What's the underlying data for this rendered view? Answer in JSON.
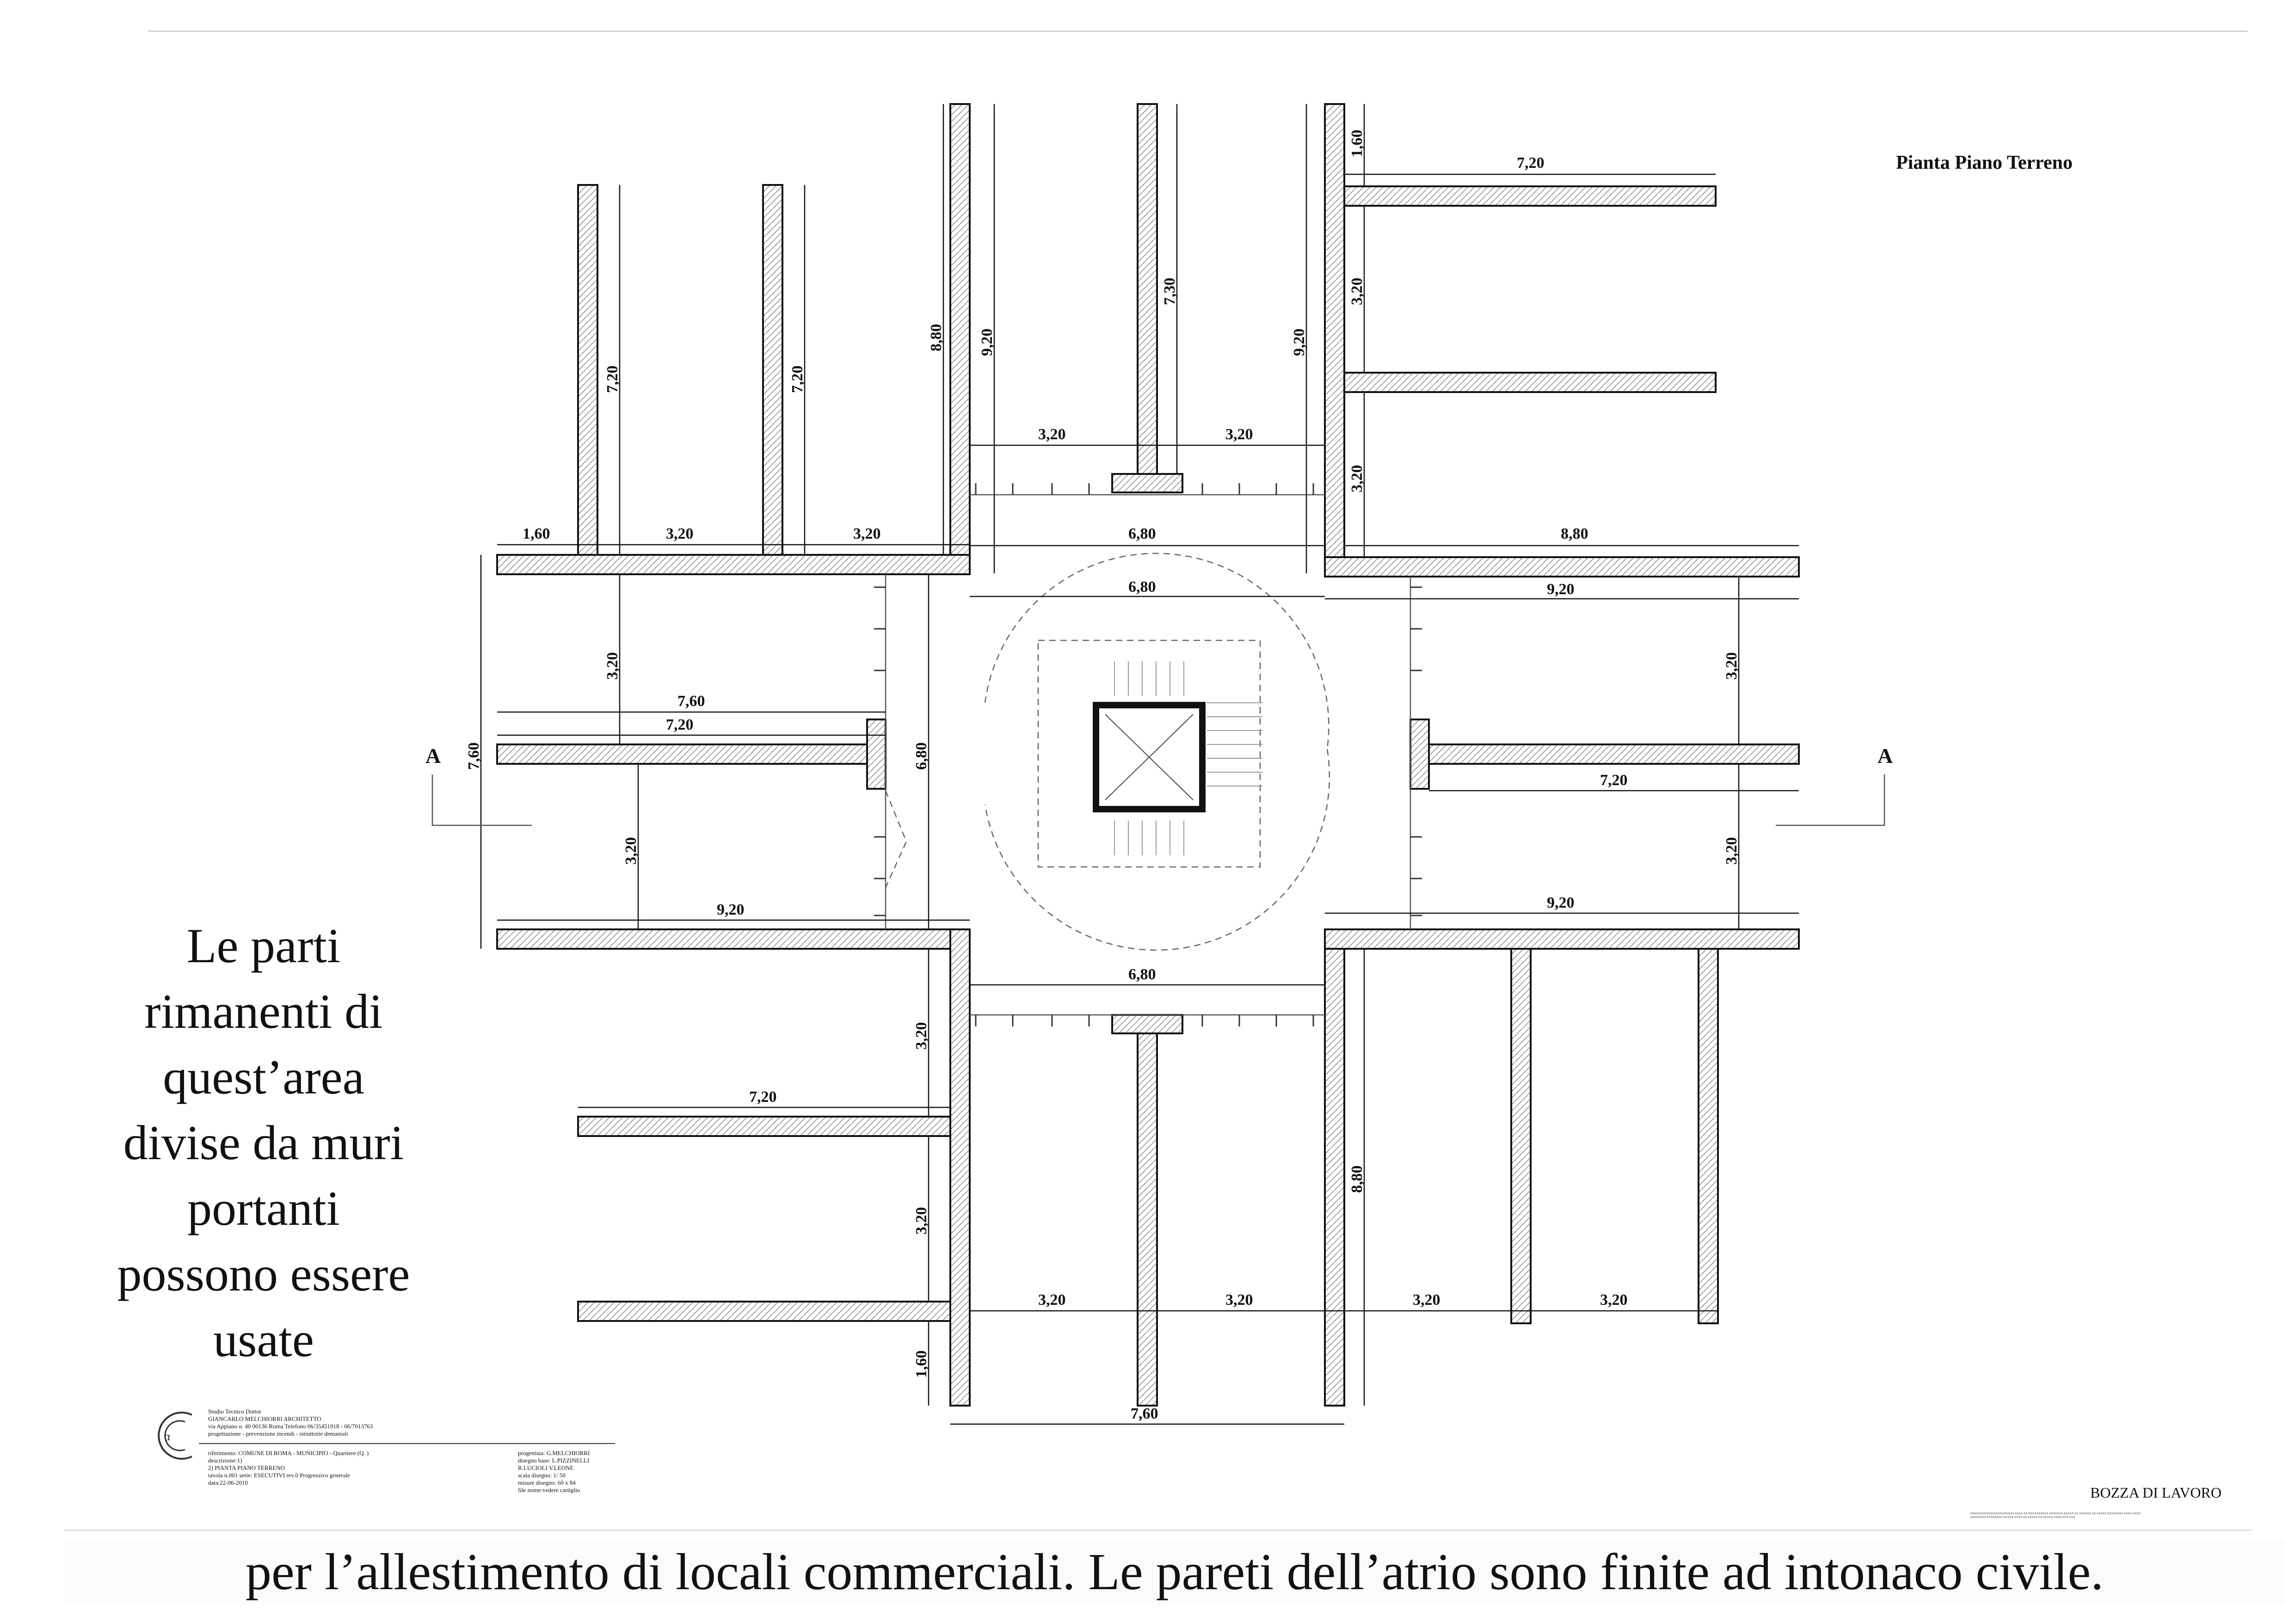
{
  "drawing": {
    "title": "Pianta Piano Terreno",
    "section_marks": [
      "A",
      "A"
    ],
    "dimension_labels": {
      "top_left_x1": "1,60",
      "top_left_x2": "3,20",
      "top_left_x3": "3,20",
      "top_left_h1": "7,20",
      "top_left_h2": "7,20",
      "top_left_h3": "8,80",
      "top_left_h4": "9,20",
      "top_mid_h": "7,30",
      "top_mid_x1": "3,20",
      "top_mid_x2": "3,20",
      "top_right_h1": "9,20",
      "top_right_h2": "1,60",
      "top_right_w1": "7,20",
      "top_right_h3": "3,20",
      "top_right_h4": "3,20",
      "top_right_w2": "8,80",
      "top_right_w3": "9,20",
      "atrium_top_outer": "6,80",
      "atrium_top_inner": "6,80",
      "atrium_h": "6,80",
      "atrium_bottom": "6,80",
      "left_h1": "3,20",
      "left_h2": "3,20",
      "left_total": "7,60",
      "left_w1": "7,60",
      "left_w2": "7,20",
      "left_bottom": "9,20",
      "right_h1": "3,20",
      "right_h2": "3,20",
      "right_w1": "7,20",
      "right_bottom": "9,20",
      "bottom_left_w": "7,20",
      "bottom_left_h1": "3,20",
      "bottom_left_h2": "3,20",
      "bottom_left_h3": "1,60",
      "bottom_x1": "3,20",
      "bottom_x2": "3,20",
      "bottom_x3": "3,20",
      "bottom_x4": "3,20",
      "bottom_right_h": "8,80",
      "bottom_total": "7,60"
    }
  },
  "side_note": "Le parti\nrimanenti di\nquest’area\ndivise da muri\nportanti\npossono essere\nusate",
  "caption": "per l’allestimento di locali commerciali. Le pareti dell’atrio sono finite ad intonaco civile.",
  "stamp": "BOZZA DI LAVORO",
  "title_block": {
    "studio": "Studio Tecnico Dottor\nGIANCARLO MELCHIORRI ARCHITETTO\nvia Appiano n. 40   00136 Roma   Telefono 06/35451918 -  06/7013763\nprogettazione       -       prevenzione incendi       -       istruttorie demaniali",
    "left": "riferimento: COMUNE DI ROMA - MUNICIPIO        - Quartiere           (Q.   )\ndescrizione:1)\n            2) PIANTA PIANO TERRENO\ntavola n.001  serie: ESECUTIVI  rev.0        Progressivo generale\ndata:22-06-2010",
    "right": "progettista: G.MELCHIORRI\ndisegno base: L.PIZZINELLI\nR.LUCIOLI  V.LEONE\nscala disegno: 1/ 50\nmisure disegno: 60 x 84\nfile nome:vedere cartiglio"
  },
  "tiny_credits": "XXXXXXXXXXXXXXXXXXXXXX  XXXX XX XXXXXXXXXX XXXXXXX XXXXX XX XXXXXX XX XXXXX XXXXXXXX XXXX XXXX\nXXXXXXXX XXXXXXXX XXXXX XXXX XX XXXXX XX XXXXX XXXX XXX XXX"
}
